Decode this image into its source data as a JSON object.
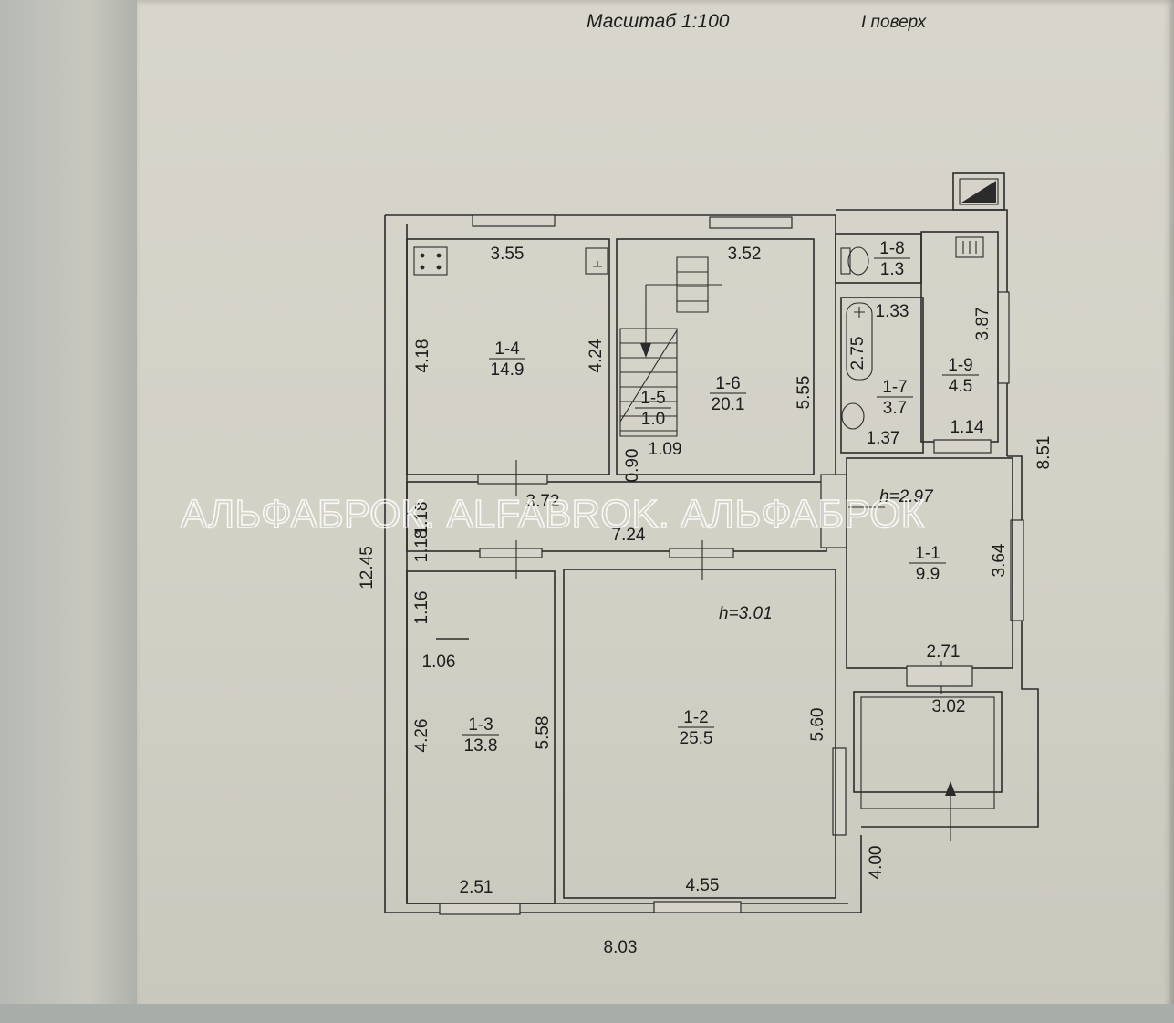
{
  "header": {
    "scale": "Масштаб 1:100",
    "floor": "I поверх"
  },
  "watermark": "АЛЬФАБРОК. ALFABROK. АЛЬФАБРОК",
  "rooms": [
    {
      "id": "1-4",
      "area": "14.9"
    },
    {
      "id": "1-5",
      "area": "1.0"
    },
    {
      "id": "1-6",
      "area": "20.1"
    },
    {
      "id": "1-8",
      "area": "1.3"
    },
    {
      "id": "1-7",
      "area": "3.7"
    },
    {
      "id": "1-9",
      "area": "4.5"
    },
    {
      "id": "1-1",
      "area": "9.9"
    },
    {
      "id": "1-3",
      "area": "13.8"
    },
    {
      "id": "1-2",
      "area": "25.5"
    }
  ],
  "heights": {
    "room_1_1": "h=2.97",
    "room_1_2": "h=3.01"
  },
  "dimensions": [
    "3.55",
    "4.18",
    "4.24",
    "3.52",
    "5.55",
    "1.09",
    "0.90",
    "1.18",
    "1.33",
    "2.75",
    "1.37",
    "1.14",
    "3.87",
    "8.51",
    "3.72",
    "1.18",
    "7.24",
    "12.45",
    "3.64",
    "2.71",
    "3.02",
    "1.16",
    "1.06",
    "4.26",
    "5.58",
    "5.60",
    "2.51",
    "4.55",
    "4.00",
    "8.03"
  ]
}
